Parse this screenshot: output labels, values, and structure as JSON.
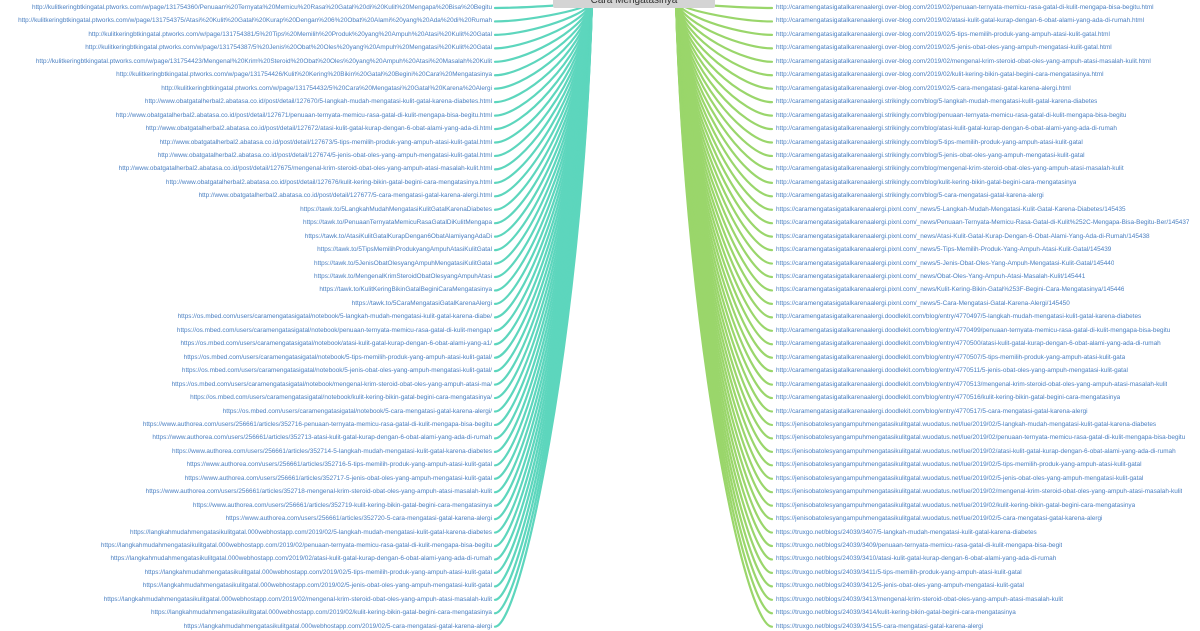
{
  "root": {
    "label": "Cara Mengatasinya"
  },
  "colors": {
    "left_branch": "#5dd6bd",
    "right_branch": "#9ad66b",
    "link_text": "#4a7fc1",
    "root_bg": "#d4d4d4"
  },
  "left_nodes": [
    "http://kulitkeringbtkingatal.ptworks.com/w/page/131754360/Penuaan%20Ternyata%20Memicu%20Rasa%20Gatal%20di%20Kulit%20Mengapa%20Bisa%20Begitu",
    "http://kulitkeringbtkingatal.ptworks.com/w/page/131754375/Atasi%20Kulit%20Gatal%20Kurap%20Dengan%206%20Obat%20Alami%20yang%20Ada%20di%20Rumah",
    "http://kulitkeringbtkingatal.ptworks.com/w/page/131754381/5%20Tips%20Memilih%20Produk%20yang%20Ampuh%20Atasi%20Kulit%20Gatal",
    "http://kulitkeringbtkingatal.ptworks.com/w/page/131754387/5%20Jenis%20Obat%20Oles%20yang%20Ampuh%20Mengatasi%20Kulit%20Gatal",
    "http://kulitkeringbtkingatal.ptworks.com/w/page/131754423/Mengenal%20Krim%20Steroid%20Obat%20Oles%20yang%20Ampuh%20Atasi%20Masalah%20Kulit",
    "http://kulitkeringbtkingatal.ptworks.com/w/page/131754426/Kulit%20Kering%20Bikin%20Gatal%20Begini%20Cara%20Mengatasinya",
    "http://kulitkeringbtkingatal.ptworks.com/w/page/131754432/5%20Cara%20Mengatasi%20Gatal%20Karena%20Alergi",
    "http://www.obatgatalherbal2.abatasa.co.id/post/detail/127670/5-langkah-mudah-mengatasi-kulit-gatal-karena-diabetes.html",
    "http://www.obatgatalherbal2.abatasa.co.id/post/detail/127671/penuaan-ternyata-memicu-rasa-gatal-di-kulit-mengapa-bisa-begitu.html",
    "http://www.obatgatalherbal2.abatasa.co.id/post/detail/127672/atasi-kulit-gatal-kurap-dengan-6-obat-alami-yang-ada-di.html",
    "http://www.obatgatalherbal2.abatasa.co.id/post/detail/127673/5-tips-memilih-produk-yang-ampuh-atasi-kulit-gatal.html",
    "http://www.obatgatalherbal2.abatasa.co.id/post/detail/127674/5-jenis-obat-oles-yang-ampuh-mengatasi-kulit-gatal.html",
    "http://www.obatgatalherbal2.abatasa.co.id/post/detail/127675/mengenal-krim-steroid-obat-oles-yang-ampuh-atasi-masalah-kulit.html",
    "http://www.obatgatalherbal2.abatasa.co.id/post/detail/127676/kulit-kering-bikin-gatal-begini-cara-mengatasinya.html",
    "http://www.obatgatalherbal2.abatasa.co.id/post/detail/127677/5-cara-mengatasi-gatal-karena-alergi.html",
    "https://tawk.to/5LangkahMudahMengatasiKulitGatalKarenaDiabetes",
    "https://tawk.to/PenuaanTernyataMemicuRasaGatalDiKulitMengapa",
    "https://tawk.to/AtasiKulitGatalKurapDengan6ObatAlamiyangAdaDi",
    "https://tawk.to/5TipsMemilihProdukyangAmpuhAtasiKulitGatal",
    "https://tawk.to/5JenisObatOlesyangAmpuhMengatasiKulitGatal",
    "https://tawk.to/MengenalKrimSteroidObatOlesyangAmpuhAtasi",
    "https://tawk.to/KulitKeringBikinGatalBeginiCaraMengatasinya",
    "https://tawk.to/5CaraMengatasiGatalKarenaAlergi",
    "https://os.mbed.com/users/caramengatasigatal/notebook/5-langkah-mudah-mengatasi-kulit-gatal-karena-diabe/",
    "https://os.mbed.com/users/caramengatasigatal/notebook/penuaan-ternyata-memicu-rasa-gatal-di-kulit-mengap/",
    "https://os.mbed.com/users/caramengatasigatal/notebook/atasi-kulit-gatal-kurap-dengan-6-obat-alami-yang-a1/",
    "https://os.mbed.com/users/caramengatasigatal/notebook/5-tips-memilih-produk-yang-ampuh-atasi-kulit-gatal/",
    "https://os.mbed.com/users/caramengatasigatal/notebook/5-jenis-obat-oles-yang-ampuh-mengatasi-kulit-gatal/",
    "https://os.mbed.com/users/caramengatasigatal/notebook/mengenal-krim-steroid-obat-oles-yang-ampuh-atasi-ma/",
    "https://os.mbed.com/users/caramengatasigatal/notebook/kulit-kering-bikin-gatal-begini-cara-mengatasinya/",
    "https://os.mbed.com/users/caramengatasigatal/notebook/5-cara-mengatasi-gatal-karena-alergi/",
    "https://www.authorea.com/users/256661/articles/352716-penuaan-ternyata-memicu-rasa-gatal-di-kulit-mengapa-bisa-begitu",
    "https://www.authorea.com/users/256661/articles/352713-atasi-kulit-gatal-kurap-dengan-6-obat-alami-yang-ada-di-rumah",
    "https://www.authorea.com/users/256661/articles/352714-5-langkah-mudah-mengatasi-kulit-gatal-karena-diabetes",
    "https://www.authorea.com/users/256661/articles/352716-5-tips-memilih-produk-yang-ampuh-atasi-kulit-gatal",
    "https://www.authorea.com/users/256661/articles/352717-5-jenis-obat-oles-yang-ampuh-mengatasi-kulit-gatal",
    "https://www.authorea.com/users/256661/articles/352718-mengenal-krim-steroid-obat-oles-yang-ampuh-atasi-masalah-kulit",
    "https://www.authorea.com/users/256661/articles/352719-kulit-kering-bikin-gatal-begini-cara-mengatasinya",
    "https://www.authorea.com/users/256661/articles/352720-5-cara-mengatasi-gatal-karena-alergi",
    "https://langkahmudahmengatasikulitgatal.000webhostapp.com/2019/02/5-langkah-mudah-mengatasi-kulit-gatal-karena-diabetes",
    "https://langkahmudahmengatasikulitgatal.000webhostapp.com/2019/02/penuaan-ternyata-memicu-rasa-gatal-di-kulit-mengapa-bisa-begitu",
    "https://langkahmudahmengatasikulitgatal.000webhostapp.com/2019/02/atasi-kulit-gatal-kurap-dengan-6-obat-alami-yang-ada-di-rumah",
    "https://langkahmudahmengatasikulitgatal.000webhostapp.com/2019/02/5-tips-memilih-produk-yang-ampuh-atasi-kulit-gatal",
    "https://langkahmudahmengatasikulitgatal.000webhostapp.com/2019/02/5-jenis-obat-oles-yang-ampuh-mengatasi-kulit-gatal",
    "https://langkahmudahmengatasikulitgatal.000webhostapp.com/2019/02/mengenal-krim-steroid-obat-oles-yang-ampuh-atasi-masalah-kulit",
    "https://langkahmudahmengatasikulitgatal.000webhostapp.com/2019/02/kulit-kering-bikin-gatal-begini-cara-mengatasinya",
    "https://langkahmudahmengatasikulitgatal.000webhostapp.com/2019/02/5-cara-mengatasi-gatal-karena-alergi"
  ],
  "right_nodes": [
    "http://caramengatasigatalkarenaalergi.over-blog.com/2019/02/penuaan-ternyata-memicu-rasa-gatal-di-kulit-mengapa-bisa-begitu.html",
    "http://caramengatasigatalkarenaalergi.over-blog.com/2019/02/atasi-kulit-gatal-kurap-dengan-6-obat-alami-yang-ada-di-rumah.html",
    "http://caramengatasigatalkarenaalergi.over-blog.com/2019/02/5-tips-memilih-produk-yang-ampuh-atasi-kulit-gatal.html",
    "http://caramengatasigatalkarenaalergi.over-blog.com/2019/02/5-jenis-obat-oles-yang-ampuh-mengatasi-kulit-gatal.html",
    "http://caramengatasigatalkarenaalergi.over-blog.com/2019/02/mengenal-krim-steroid-obat-oles-yang-ampuh-atasi-masalah-kulit.html",
    "http://caramengatasigatalkarenaalergi.over-blog.com/2019/02/kulit-kering-bikin-gatal-begini-cara-mengatasinya.html",
    "http://caramengatasigatalkarenaalergi.over-blog.com/2019/02/5-cara-mengatasi-gatal-karena-alergi.html",
    "http://caramengatasigatalkarenaalergi.strikingly.com/blog/5-langkah-mudah-mengatasi-kulit-gatal-karena-diabetes",
    "http://caramengatasigatalkarenaalergi.strikingly.com/blog/penuaan-ternyata-memicu-rasa-gatal-di-kulit-mengapa-bisa-begitu",
    "http://caramengatasigatalkarenaalergi.strikingly.com/blog/atasi-kulit-gatal-kurap-dengan-6-obat-alami-yang-ada-di-rumah",
    "http://caramengatasigatalkarenaalergi.strikingly.com/blog/5-tips-memilih-produk-yang-ampuh-atasi-kulit-gatal",
    "http://caramengatasigatalkarenaalergi.strikingly.com/blog/5-jenis-obat-oles-yang-ampuh-mengatasi-kulit-gatal",
    "http://caramengatasigatalkarenaalergi.strikingly.com/blog/mengenal-krim-steroid-obat-oles-yang-ampuh-atasi-masalah-kulit",
    "http://caramengatasigatalkarenaalergi.strikingly.com/blog/kulit-kering-bikin-gatal-begini-cara-mengatasinya",
    "http://caramengatasigatalkarenaalergi.strikingly.com/blog/5-cara-mengatasi-gatal-karena-alergi",
    "https://caramengatasigatalkarenaalergi.pixnl.com/_news/5-Langkah-Mudah-Mengatasi-Kulit-Gatal-Karena-Diabetes/145435",
    "https://caramengatasigatalkarenaalergi.pixnl.com/_news/Penuaan-Ternyata-Memicu-Rasa-Gatal-di-Kulit%252C-Mengapa-Bisa-Begitu-Ber/145437",
    "https://caramengatasigatalkarenaalergi.pixnl.com/_news/Atasi-Kulit-Gatal-Kurap-Dengan-6-Obat-Alami-Yang-Ada-di-Rumah/145438",
    "https://caramengatasigatalkarenaalergi.pixnl.com/_news/5-Tips-Memilih-Produk-Yang-Ampuh-Atasi-Kulit-Gatal/145439",
    "https://caramengatasigatalkarenaalergi.pixnl.com/_news/5-Jenis-Obat-Oles-Yang-Ampuh-Mengatasi-Kulit-Gatal/145440",
    "https://caramengatasigatalkarenaalergi.pixnl.com/_news/Obat-Oles-Yang-Ampuh-Atasi-Masalah-Kulit/145441",
    "https://caramengatasigatalkarenaalergi.pixnl.com/_news/Kulit-Kering-Bikin-Gatal%253F-Begini-Cara-Mengatasinya/145446",
    "https://caramengatasigatalkarenaalergi.pixnl.com/_news/5-Cara-Mengatasi-Gatal-Karena-Alergi/145450",
    "http://caramengatasigatalkarenaalergi.doodlekit.com/blog/entry/4770497/5-langkah-mudah-mengatasi-kulit-gatal-karena-diabetes",
    "http://caramengatasigatalkarenaalergi.doodlekit.com/blog/entry/4770499/penuaan-ternyata-memicu-rasa-gatal-di-kulit-mengapa-bisa-begitu",
    "http://caramengatasigatalkarenaalergi.doodlekit.com/blog/entry/4770500/atasi-kulit-gatal-kurap-dengan-6-obat-alami-yang-ada-di-rumah",
    "http://caramengatasigatalkarenaalergi.doodlekit.com/blog/entry/4770507/5-tips-memilih-produk-yang-ampuh-atasi-kulit-gata",
    "http://caramengatasigatalkarenaalergi.doodlekit.com/blog/entry/4770511/5-jenis-obat-oles-yang-ampuh-mengatasi-kulit-gatal",
    "http://caramengatasigatalkarenaalergi.doodlekit.com/blog/entry/4770513/mengenal-krim-steroid-obat-oles-yang-ampuh-atasi-masalah-kulit",
    "http://caramengatasigatalkarenaalergi.doodlekit.com/blog/entry/4770516/kulit-kering-bikin-gatal-begini-cara-mengatasinya",
    "http://caramengatasigatalkarenaalergi.doodlekit.com/blog/entry/4770517/5-cara-mengatasi-gatal-karena-alergi",
    "https://jenisobatolesyangampuhmengatasikulitgatal.wuodatus.net/lue/2019/02/5-langkah-mudah-mengatasi-kulit-gatal-karena-diabetes",
    "https://jenisobatolesyangampuhmengatasikulitgatal.wuodatus.net/lue/2019/02/penuaan-ternyata-memicu-rasa-gatal-di-kulit-mengapa-bisa-begitu",
    "https://jenisobatolesyangampuhmengatasikulitgatal.wuodatus.net/lue/2019/02/atasi-kulit-gatal-kurap-dengan-6-obat-alami-yang-ada-di-rumah",
    "https://jenisobatolesyangampuhmengatasikulitgatal.wuodatus.net/lue/2019/02/5-tips-memilih-produk-yang-ampuh-atasi-kulit-gatal",
    "https://jenisobatolesyangampuhmengatasikulitgatal.wuodatus.net/lue/2019/02/5-jenis-obat-oles-yang-ampuh-mengatasi-kulit-gatal",
    "https://jenisobatolesyangampuhmengatasikulitgatal.wuodatus.net/lue/2019/02/mengenal-krim-steroid-obat-oles-yang-ampuh-atasi-masalah-kulit",
    "https://jenisobatolesyangampuhmengatasikulitgatal.wuodatus.net/lue/2019/02/kulit-kering-bikin-gatal-begini-cara-mengatasinya",
    "https://jenisobatolesyangampuhmengatasikulitgatal.wuodatus.net/lue/2019/02/5-cara-mengatasi-gatal-karena-alergi",
    "https://truxgo.net/blogs/24039/3407/5-langkah-mudah-mengatasi-kulit-gatal-karena-diabetes",
    "https://truxgo.net/blogs/24039/3409/penuaan-ternyata-memicu-rasa-gatal-di-kulit-mengapa-bisa-begit",
    "https://truxgo.net/blogs/24039/3410/atasi-kulit-gatal-kurap-dengan-6-obat-alami-yang-ada-di-rumah",
    "https://truxgo.net/blogs/24039/3411/5-tips-memilih-produk-yang-ampuh-atasi-kulit-gatal",
    "https://truxgo.net/blogs/24039/3412/5-jenis-obat-oles-yang-ampuh-mengatasi-kulit-gatal",
    "https://truxgo.net/blogs/24039/3413/mengenal-krim-steroid-obat-oles-yang-ampuh-atasi-masalah-kulit",
    "https://truxgo.net/blogs/24039/3414/kulit-kering-bikin-gatal-begini-cara-mengatasinya",
    "https://truxgo.net/blogs/24039/3415/5-cara-mengatasi-gatal-karena-alergi"
  ]
}
